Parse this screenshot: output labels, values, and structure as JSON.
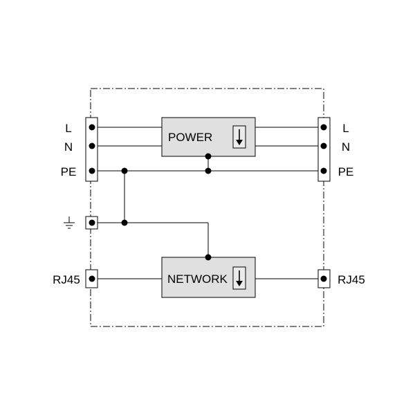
{
  "left_terminals": {
    "l": "L",
    "n": "N",
    "pe": "PE",
    "rj45": "RJ45"
  },
  "right_terminals": {
    "l": "L",
    "n": "N",
    "pe": "PE",
    "rj45": "RJ45"
  },
  "modules": {
    "power": "POWER",
    "network": "NETWORK"
  },
  "colors": {
    "module_fill": "#e0e0e0",
    "line": "#000000",
    "background": "#ffffff"
  },
  "icons": {
    "ground": "ground-icon",
    "surge_arrow": "down-arrow-icon"
  }
}
